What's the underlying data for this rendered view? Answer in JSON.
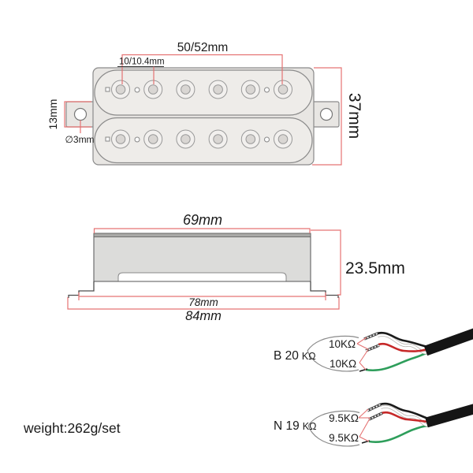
{
  "top_view": {
    "pole_span": "50/52mm",
    "pole_spacing": "10/10.4mm",
    "height": "37mm",
    "tab_width": "13mm",
    "hole_diameter": "∅3mm"
  },
  "side_view": {
    "top_width": "69mm",
    "height": "23.5mm",
    "base_width": "78mm",
    "full_width": "84mm"
  },
  "wiring": {
    "bridge": {
      "name": "B 20",
      "unit": "KΩ",
      "coil_top": "10KΩ",
      "coil_bottom": "10KΩ"
    },
    "neck": {
      "name": "N 19",
      "unit": "KΩ",
      "coil_top": "9.5KΩ",
      "coil_bottom": "9.5KΩ"
    }
  },
  "weight": "weight:262g/set",
  "colors": {
    "dimension_red": "#e57373",
    "outline_gray": "#8a8a8a",
    "wire_black": "#1a1a1a",
    "wire_red": "#c62828",
    "wire_green": "#2e9e5b",
    "body_fill": "#e8e6e3",
    "coil_fill": "#eeece9"
  }
}
